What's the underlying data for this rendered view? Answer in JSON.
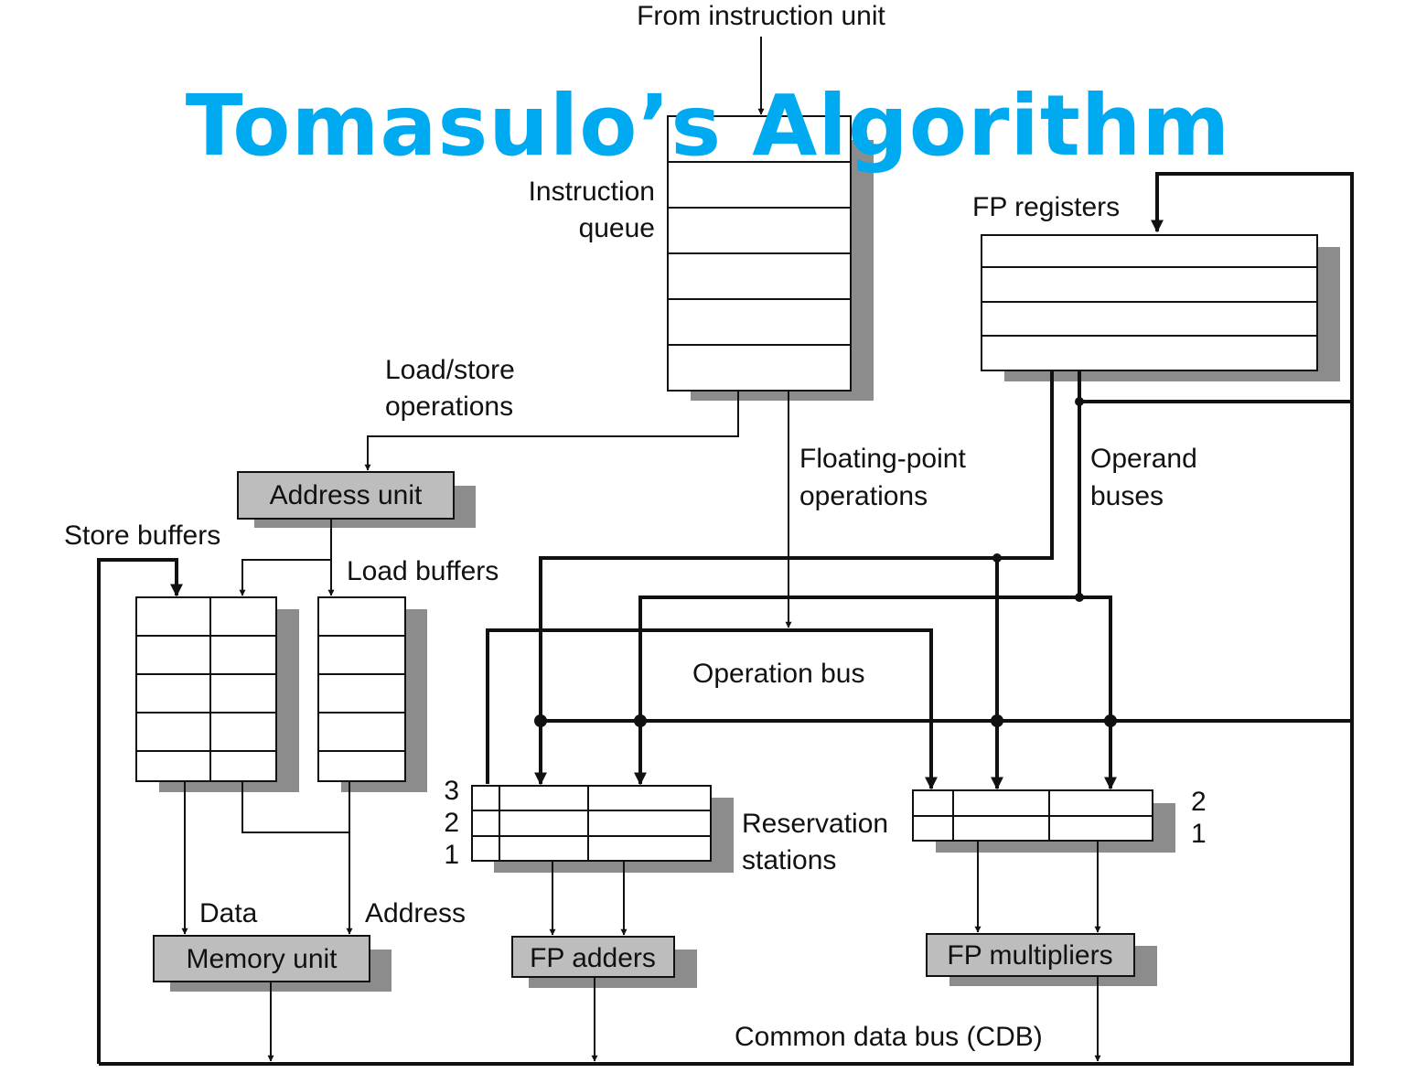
{
  "title": "Tomasulo’s Algorithm",
  "colors": {
    "title": "#00aaf0",
    "shadow": "#8c8c8c",
    "unit_fill": "#bdbdbd",
    "line": "#111111"
  },
  "labels": {
    "from_instruction_unit": "From instruction unit",
    "instruction_queue_1": "Instruction",
    "instruction_queue_2": "queue",
    "fp_registers": "FP registers",
    "load_store_1": "Load/store",
    "load_store_2": "operations",
    "floating_point_1": "Floating-point",
    "floating_point_2": "operations",
    "operand_buses_1": "Operand",
    "operand_buses_2": "buses",
    "store_buffers": "Store buffers",
    "load_buffers": "Load buffers",
    "operation_bus": "Operation bus",
    "reservation_stations_1": "Reservation",
    "reservation_stations_2": "stations",
    "data": "Data",
    "address": "Address",
    "common_data_bus": "Common data bus (CDB)"
  },
  "units": {
    "address_unit": "Address unit",
    "memory_unit": "Memory unit",
    "fp_adders": "FP adders",
    "fp_multipliers": "FP multipliers"
  },
  "adder_station_numbers": [
    "3",
    "2",
    "1"
  ],
  "multiplier_station_numbers": [
    "2",
    "1"
  ]
}
